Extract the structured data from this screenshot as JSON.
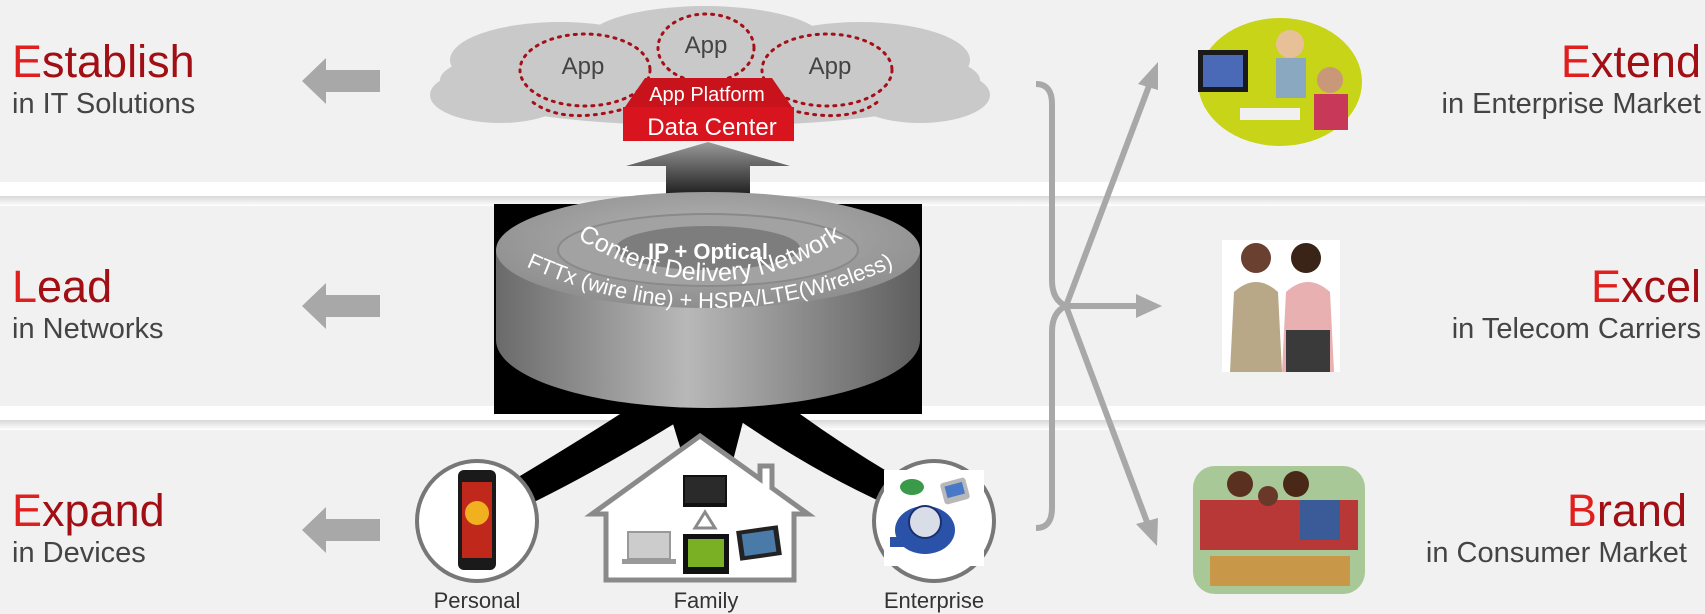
{
  "left_rows": [
    {
      "big_first": "E",
      "big_rest": "stablish",
      "sub": "in IT Solutions"
    },
    {
      "big_first": "L",
      "big_rest": "ead",
      "sub": "in Networks"
    },
    {
      "big_first": "E",
      "big_rest": "xpand",
      "sub": "in Devices"
    }
  ],
  "right_rows": [
    {
      "big_first": "E",
      "big_rest": "xtend",
      "sub": "in Enterprise Market"
    },
    {
      "big_first": "E",
      "big_rest": "xcel",
      "sub": "in Telecom Carriers"
    },
    {
      "big_first": "B",
      "big_rest": "rand",
      "sub": "in Consumer Market"
    }
  ],
  "cloud": {
    "apps": [
      "App",
      "App",
      "App"
    ],
    "platform": "App Platform",
    "data_center": "Data Center"
  },
  "network": {
    "core": "IP + Optical",
    "ring1": "Content Delivery Network",
    "ring2": "FTTx (wire line) + HSPA/LTE(Wireless)"
  },
  "devices": [
    "Personal",
    "Family",
    "Enterprise"
  ],
  "colors": {
    "accent": "#e0201f",
    "dark_red": "#a10f14",
    "band": "#f1f1f1",
    "arrow": "#a8a8a8"
  }
}
